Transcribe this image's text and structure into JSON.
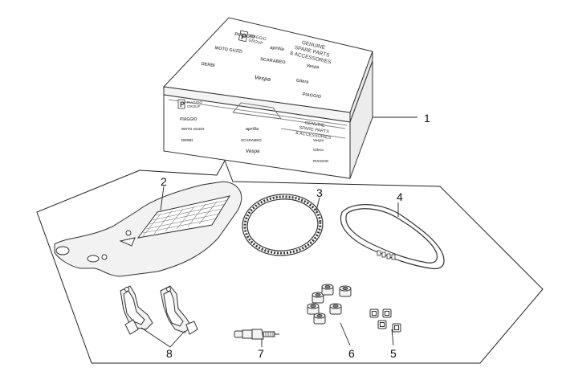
{
  "box": {
    "brand_mark": "P",
    "group_name": [
      "PIAGGIO",
      "GROUP"
    ],
    "tagline": [
      "GENUINE",
      "SPARE PARTS",
      "& ACCESSORIES"
    ],
    "brands_lid": [
      "PIAGGIO",
      "aprilia",
      "MOTO GUZZI",
      "SCARABEO",
      "Vespa",
      "DERBI",
      "Gilera",
      "Vespa",
      "PIAGGIO"
    ],
    "brands_front": [
      "PIAGGIO",
      "aprilia",
      "MOTO GUZZI",
      "SCARABEO",
      "DERBI",
      "Vespa",
      "Gilera",
      "Vespa",
      "PIAGGIO"
    ]
  },
  "callouts": [
    "1",
    "2",
    "3",
    "4",
    "5",
    "6",
    "7",
    "8"
  ],
  "colors": {
    "line": "#222222",
    "light": "#9a9a9a"
  }
}
